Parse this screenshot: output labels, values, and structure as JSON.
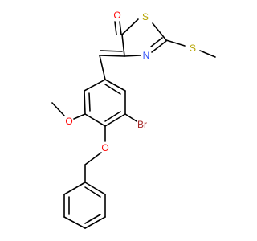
{
  "molecule": {
    "atoms": {
      "O_carbonyl": {
        "label": "O",
        "color": "#ff0d0d"
      },
      "S_ring": {
        "label": "S",
        "color": "#b5a400"
      },
      "S_methyl": {
        "label": "S",
        "color": "#b5a400"
      },
      "N_ring": {
        "label": "N",
        "color": "#3050f8"
      },
      "O_methoxy": {
        "label": "O",
        "color": "#ff0d0d"
      },
      "Br": {
        "label": "Br",
        "color": "#a62929"
      },
      "O_benzyloxy": {
        "label": "O",
        "color": "#ff0d0d"
      }
    },
    "bond_color": "#000000"
  }
}
